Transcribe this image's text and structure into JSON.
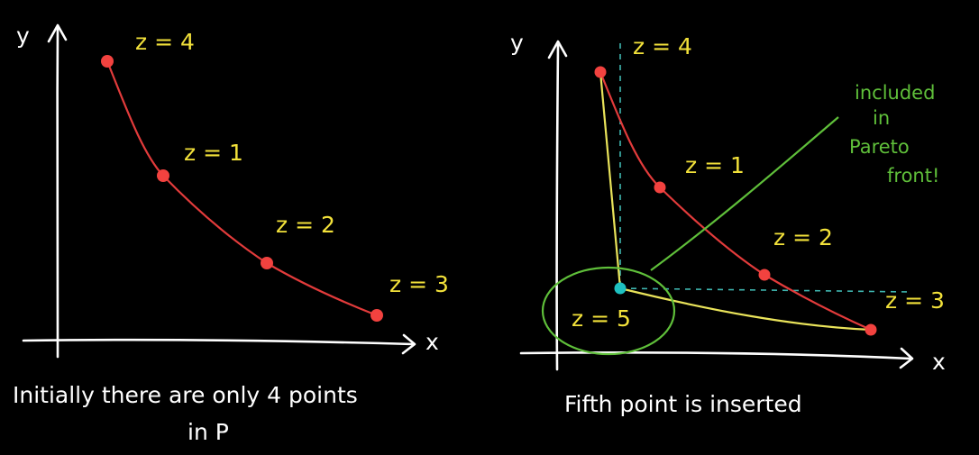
{
  "colors": {
    "background": "#000000",
    "axis": "#ffffff",
    "curve": "#e23b3b",
    "point": "#f2423f",
    "label": "#f2e13a",
    "new_point": "#1ec1c1",
    "new_point_lines": "#e9e35a",
    "highlight": "#5fbf3a",
    "guides": "#3fb6b0"
  },
  "left_panel": {
    "y_axis_label": "y",
    "x_axis_label": "x",
    "points": [
      {
        "label": "z = 4"
      },
      {
        "label": "z = 1"
      },
      {
        "label": "z = 2"
      },
      {
        "label": "z = 3"
      }
    ],
    "caption_line1": "Initially there are only 4 points",
    "caption_line2": "in P"
  },
  "right_panel": {
    "y_axis_label": "y",
    "x_axis_label": "x",
    "points": [
      {
        "label": "z = 4"
      },
      {
        "label": "z = 1"
      },
      {
        "label": "z = 2"
      },
      {
        "label": "z = 3"
      }
    ],
    "new_point_label": "z = 5",
    "annotation_lines": [
      "included",
      "in",
      "Pareto",
      "front!"
    ],
    "caption": "Fifth point is inserted"
  }
}
